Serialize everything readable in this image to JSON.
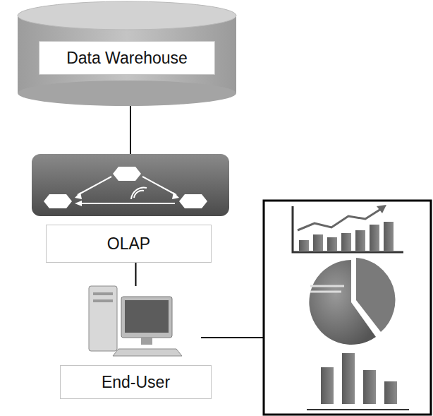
{
  "diagram": {
    "nodes": [
      {
        "text": [
          "Data Warehouse"
        ]
      },
      {
        "text": [
          "OLAP"
        ]
      },
      {
        "text": [
          "End-User"
        ]
      }
    ],
    "edges": [
      {
        "from": 0,
        "to": 1,
        "arrow": "none"
      },
      {
        "from": 1,
        "to": 2,
        "arrow": "none"
      }
    ]
  }
}
